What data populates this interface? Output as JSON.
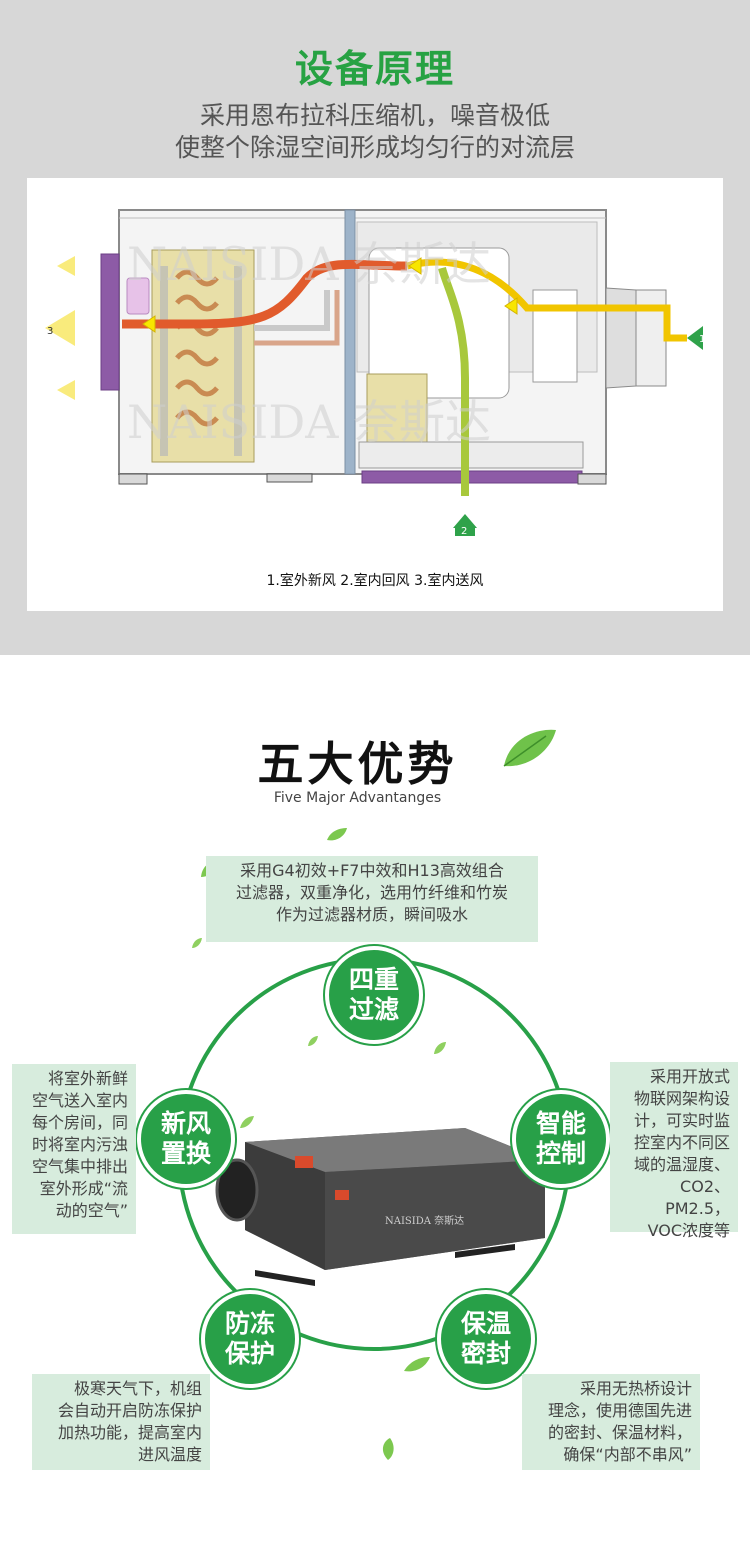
{
  "principle": {
    "title": "设备原理",
    "subtitle_lines": [
      "采用恩布拉科压缩机，噪音极低",
      "使整个除湿空间形成均匀行的对流层"
    ],
    "watermark": "NAISIDA 奈斯达",
    "arrow_labels": [
      "1",
      "2",
      "3"
    ],
    "legend": "1.室外新风  2.室内回风  3.室内送风"
  },
  "advantages": {
    "title": "五大优势",
    "subtitle": "Five Major Advantanges",
    "product_brand": "NAISIDA 奈斯达",
    "items": [
      {
        "name_lines": [
          "四重",
          "过滤"
        ],
        "desc_lines": [
          "采用G4初效+F7中效和H13高效组合",
          "过滤器，双重净化，选用竹纤维和竹炭",
          "作为过滤器材质，瞬间吸水"
        ]
      },
      {
        "name_lines": [
          "新风",
          "置换"
        ],
        "desc_lines": [
          "将室外新鲜",
          "空气送入室内",
          "每个房间，同",
          "时将室内污浊",
          "空气集中排出",
          "室外形成“流",
          "动的空气”"
        ]
      },
      {
        "name_lines": [
          "智能",
          "控制"
        ],
        "desc_lines": [
          "采用开放式",
          "物联网架构设",
          "计，可实时监",
          "控室内不同区",
          "域的温湿度、",
          "CO2、PM2.5，",
          "VOC浓度等"
        ]
      },
      {
        "name_lines": [
          "防冻",
          "保护"
        ],
        "desc_lines": [
          "极寒天气下，机组",
          "会自动开启防冻保护",
          "加热功能，提高室内",
          "进风温度"
        ]
      },
      {
        "name_lines": [
          "保温",
          "密封"
        ],
        "desc_lines": [
          "采用无热桥设计",
          "理念，使用德国先进",
          "的密封、保温材料，",
          "确保“内部不串风”"
        ]
      }
    ]
  },
  "colors": {
    "brand_green": "#27a243",
    "node_green": "#28a048",
    "desc_bg": "#d7ecdd",
    "section_bg": "#d7d7d7"
  }
}
